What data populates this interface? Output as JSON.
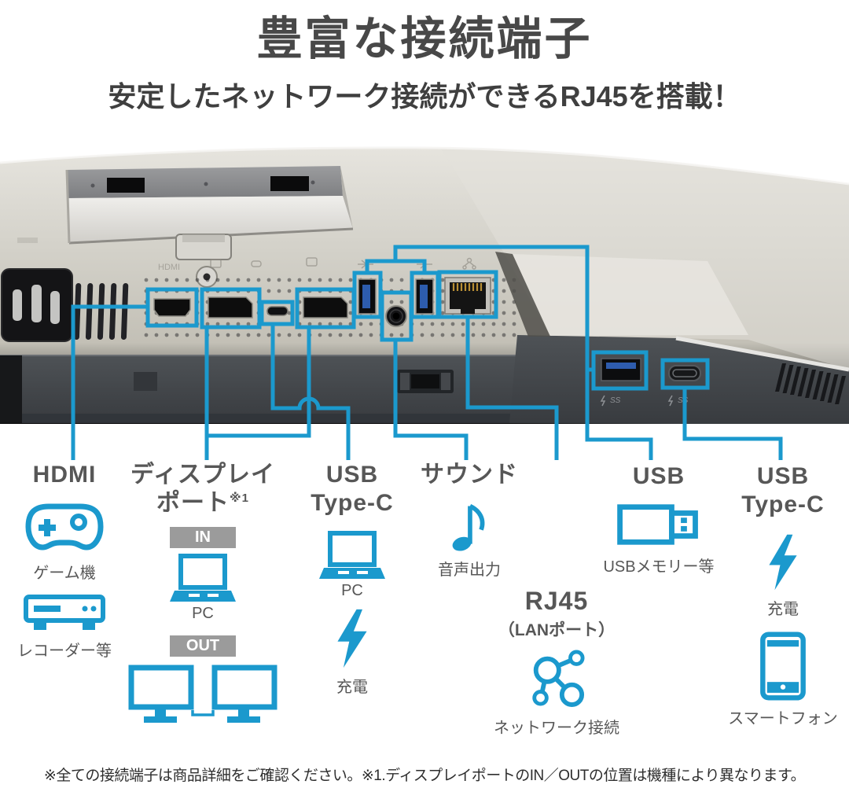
{
  "header": {
    "title": "豊富な接続端子",
    "subtitle": "安定したネットワーク接続ができるRJ45を搭載！"
  },
  "columns": {
    "hdmi": {
      "label": "HDMI",
      "devices": [
        {
          "icon": "gamepad",
          "caption": "ゲーム機"
        },
        {
          "icon": "recorder",
          "caption": "レコーダー等"
        }
      ]
    },
    "displayport": {
      "label_line1": "ディスプレイ",
      "label_line2": "ポート",
      "note_ref": "※1",
      "in_badge": "IN",
      "in_caption": "PC",
      "out_badge": "OUT"
    },
    "usb_type_c": {
      "label_line1": "USB",
      "label_line2": "Type-C",
      "pc_caption": "PC",
      "charge_caption": "充電"
    },
    "sound": {
      "label": "サウンド",
      "caption": "音声出力"
    },
    "rj45": {
      "label": "RJ45",
      "sublabel": "（LANポート）",
      "caption": "ネットワーク接続"
    },
    "usb": {
      "label": "USB",
      "caption": "USBメモリー等"
    },
    "usb_type_c_right": {
      "label_line1": "USB",
      "label_line2": "Type-C",
      "charge_caption": "充電",
      "phone_caption": "スマートフォン"
    }
  },
  "photo": {
    "marking_hdmi": "HDMI",
    "marking_ss": "SS"
  },
  "footnote": "※全ての接続端子は商品詳細をご確認ください。※1.ディスプレイポートのIN／OUTの位置は機種により異なります。",
  "colors": {
    "accent": "#1b99cd",
    "label_text": "#575757",
    "badge_bg": "#9b9b9b"
  }
}
